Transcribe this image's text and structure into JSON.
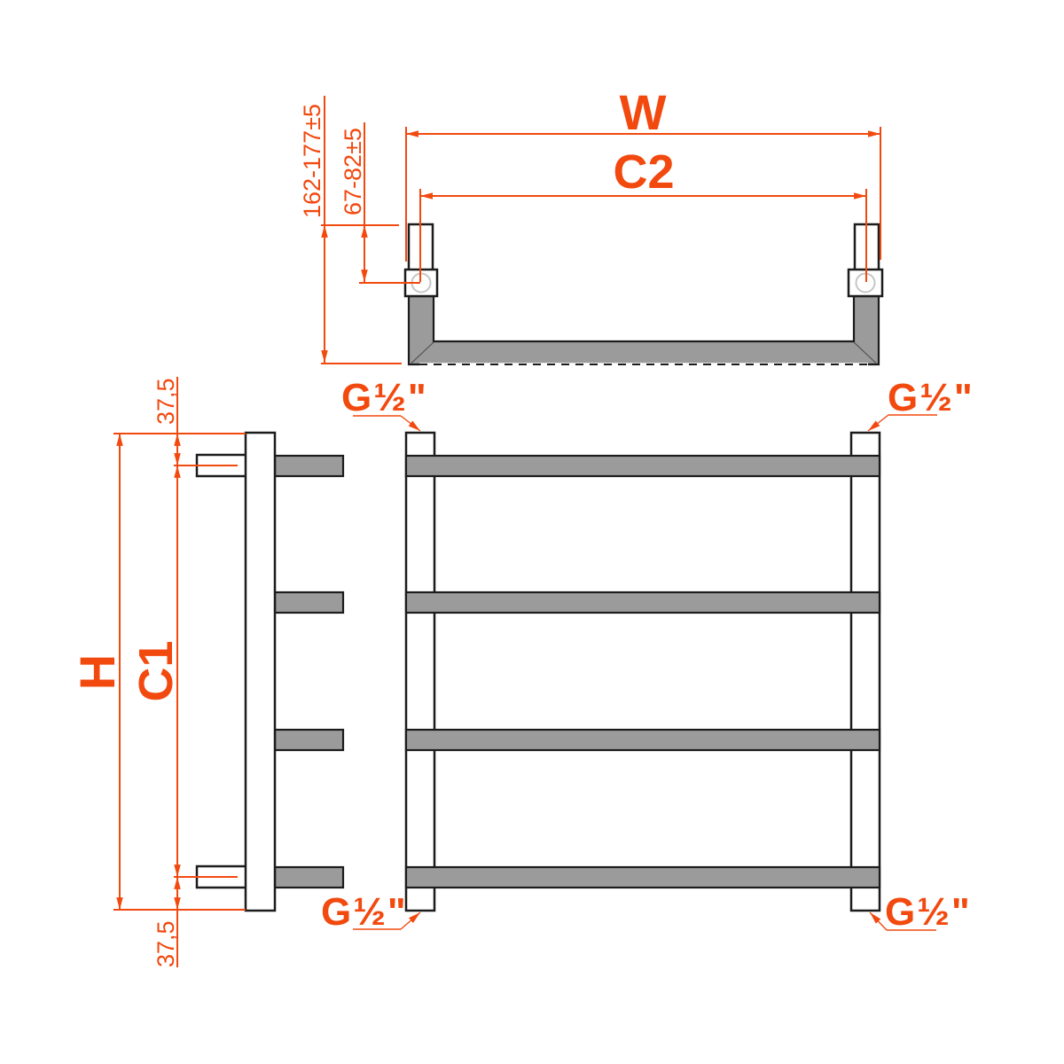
{
  "colors": {
    "accent": "#f2490f",
    "steel_gray": "#9b9b9b",
    "outline": "#1c1c1c",
    "valve_ring": "#c6c6c6"
  },
  "views": {
    "top": {
      "width": "W",
      "connection_centers": "C2",
      "depth_range": "162-177±5",
      "valve_offset_range": "67-82±5"
    },
    "side": {
      "height": "H",
      "connection_centers": "C1",
      "top_offset": "37,5",
      "bottom_offset": "37,5"
    },
    "front": {
      "connections": [
        {
          "position": "top-left",
          "thread": "G½\""
        },
        {
          "position": "top-right",
          "thread": "G½\""
        },
        {
          "position": "bottom-left",
          "thread": "G½\""
        },
        {
          "position": "bottom-right",
          "thread": "G½\""
        }
      ]
    }
  }
}
